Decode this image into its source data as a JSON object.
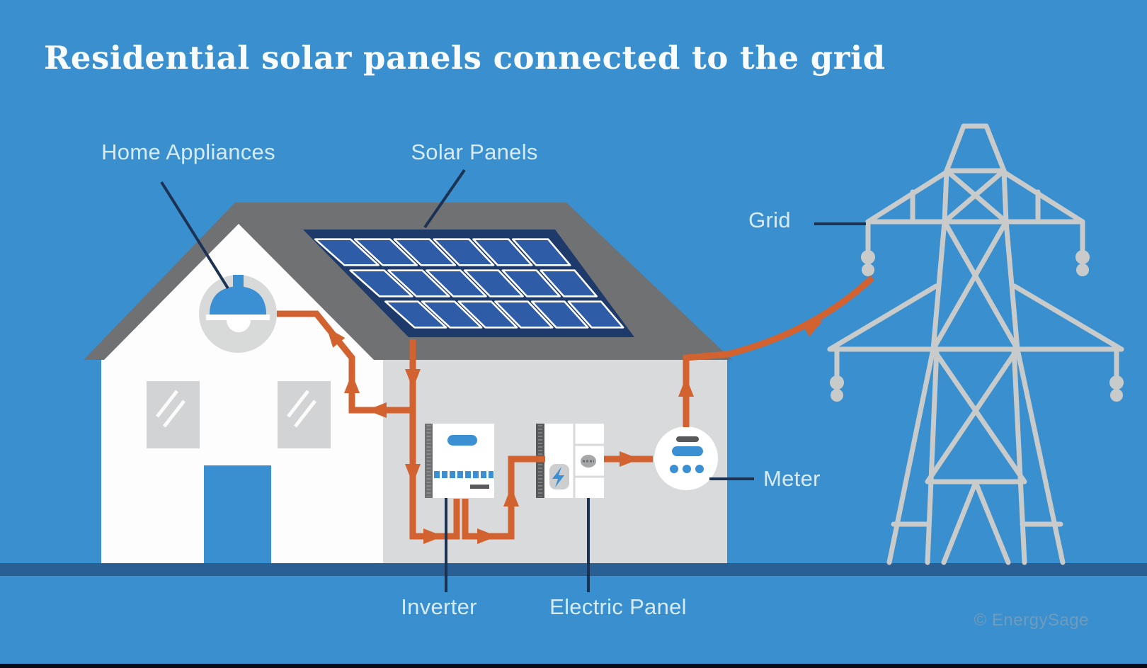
{
  "title": "Residential solar panels connected to the grid",
  "attribution": "© EnergySage",
  "callouts": {
    "home_appliances": "Home Appliances",
    "solar_panels": "Solar Panels",
    "grid": "Grid",
    "meter": "Meter",
    "inverter": "Inverter",
    "electric_panel": "Electric Panel"
  },
  "solar_panel": {
    "rows": 3,
    "cols": 6
  },
  "components": [
    "house",
    "roof",
    "solar-panel-array",
    "pendant-lamp-icon",
    "window",
    "door",
    "inverter",
    "electric-panel",
    "electricity-meter",
    "transmission-tower",
    "power-line",
    "insulator"
  ],
  "colors": {
    "background": "#3A8FCE",
    "ground_band": "#2A5F93",
    "baseline": "#070D16",
    "roof": "#6F7173",
    "front_wall": "#FDFDFD",
    "side_wall": "#D9DADB",
    "window": "#D2D3D4",
    "window_streak": "#FFFFFF",
    "door": "#3A8FD0",
    "accent_blue": "#3A90D2",
    "panel_frame": "#1E3A6B",
    "panel_cell": "#2E5CA7",
    "cell_edge": "#FFFFFF",
    "wire_orange": "#D2622F",
    "lead_line": "#1C3253",
    "pylon": "#C9CBCA",
    "lamp_circle": "#D8D9D9",
    "device_body": "#FFFFFF",
    "device_dark": "#58595B",
    "inverter_strip": "#6E7072",
    "device_gray": "#A5A7A9",
    "badge_gray": "#CDCECF",
    "divider_gray": "#D9DADA",
    "label_text": "#D6EBF8",
    "title_text": "#F8FCFF",
    "attribution_text": "#6F9BBC"
  }
}
